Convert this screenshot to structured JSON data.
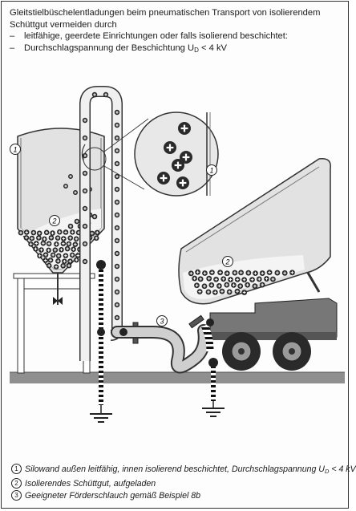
{
  "header": {
    "title_line1": "Gleitstielbüschelentladungen beim pneumatischen Transport von isolierendem",
    "title_line2": "Schüttgut vermeiden durch",
    "bullets": [
      {
        "marker": "–",
        "text": "leitfähige, geerdete Einrichtungen oder falls isolierend beschichtet:"
      },
      {
        "marker": "–",
        "text_before": "Durchschlagspannung der Beschichtung U",
        "subscript": "D",
        "text_after": " < 4 kV"
      }
    ]
  },
  "callouts": {
    "c1": "1",
    "c2": "2",
    "c3": "3"
  },
  "legend": [
    {
      "num": "1",
      "text_before": "Silowand außen leitfähig, innen isolierend beschichtet, Durchschlagspannung U",
      "subscript": "D",
      "text_after": " < 4 kV"
    },
    {
      "num": "2",
      "text_before": "Isolierendes Schüttgut, aufgeladen"
    },
    {
      "num": "3",
      "text_before": "Geeigneter Förderschlauch gemäß Beispiel 8b"
    }
  ],
  "colors": {
    "silo_fill": "#e2e2e2",
    "particle": "#2a2a2a",
    "ground": "#8f8f8f",
    "cable": "#222222"
  }
}
